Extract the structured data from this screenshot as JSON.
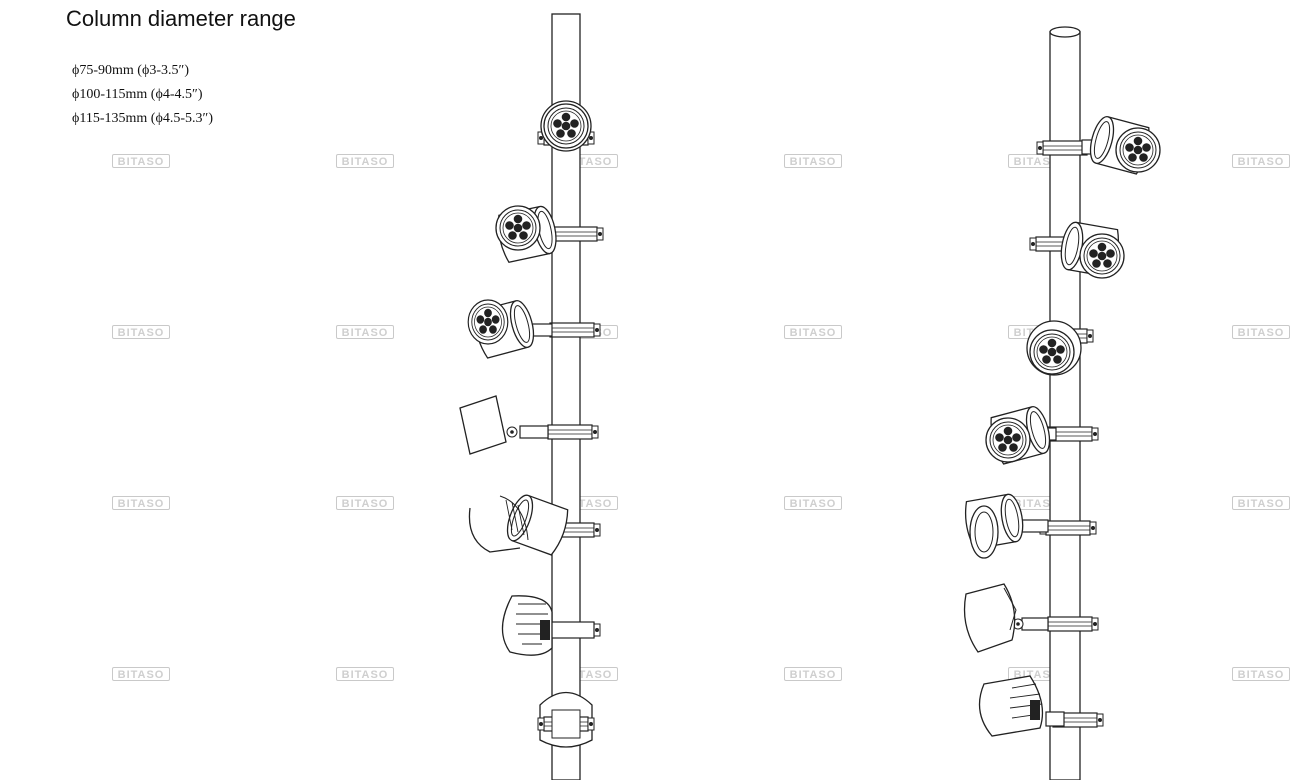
{
  "title": "Column diameter range",
  "specs": [
    "ϕ75-90mm (ϕ3-3.5″)",
    "ϕ100-115mm (ϕ4-4.5″)",
    "ϕ115-135mm (ϕ4.5-5.3″)"
  ],
  "watermark": "BITASO",
  "line_color": "#222222",
  "watermark_color": "#cfcfcf"
}
